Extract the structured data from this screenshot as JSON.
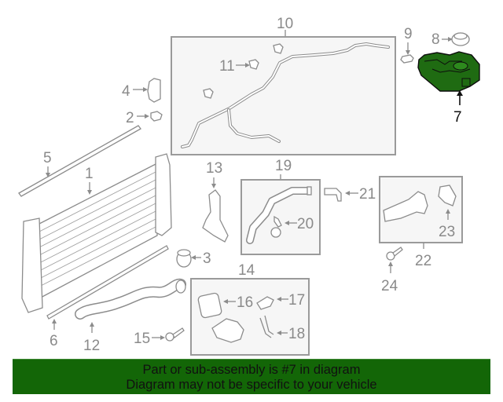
{
  "diagram": {
    "highlight_color": "#1f6b12",
    "banner_color": "#136607",
    "highlighted_part": "7",
    "callouts": [
      {
        "id": "1",
        "label": "1"
      },
      {
        "id": "2",
        "label": "2"
      },
      {
        "id": "3",
        "label": "3"
      },
      {
        "id": "4",
        "label": "4"
      },
      {
        "id": "5",
        "label": "5"
      },
      {
        "id": "6",
        "label": "6"
      },
      {
        "id": "7",
        "label": "7"
      },
      {
        "id": "8",
        "label": "8"
      },
      {
        "id": "9",
        "label": "9"
      },
      {
        "id": "10",
        "label": "10"
      },
      {
        "id": "11",
        "label": "11"
      },
      {
        "id": "12",
        "label": "12"
      },
      {
        "id": "13",
        "label": "13"
      },
      {
        "id": "14",
        "label": "14"
      },
      {
        "id": "15",
        "label": "15"
      },
      {
        "id": "16",
        "label": "16"
      },
      {
        "id": "17",
        "label": "17"
      },
      {
        "id": "18",
        "label": "18"
      },
      {
        "id": "19",
        "label": "19"
      },
      {
        "id": "20",
        "label": "20"
      },
      {
        "id": "21",
        "label": "21"
      },
      {
        "id": "22",
        "label": "22"
      },
      {
        "id": "23",
        "label": "23"
      },
      {
        "id": "24",
        "label": "24"
      }
    ]
  },
  "banner": {
    "line1": "Part or sub-assembly is #7 in diagram",
    "line2": "Diagram may not be specific to your vehicle"
  }
}
